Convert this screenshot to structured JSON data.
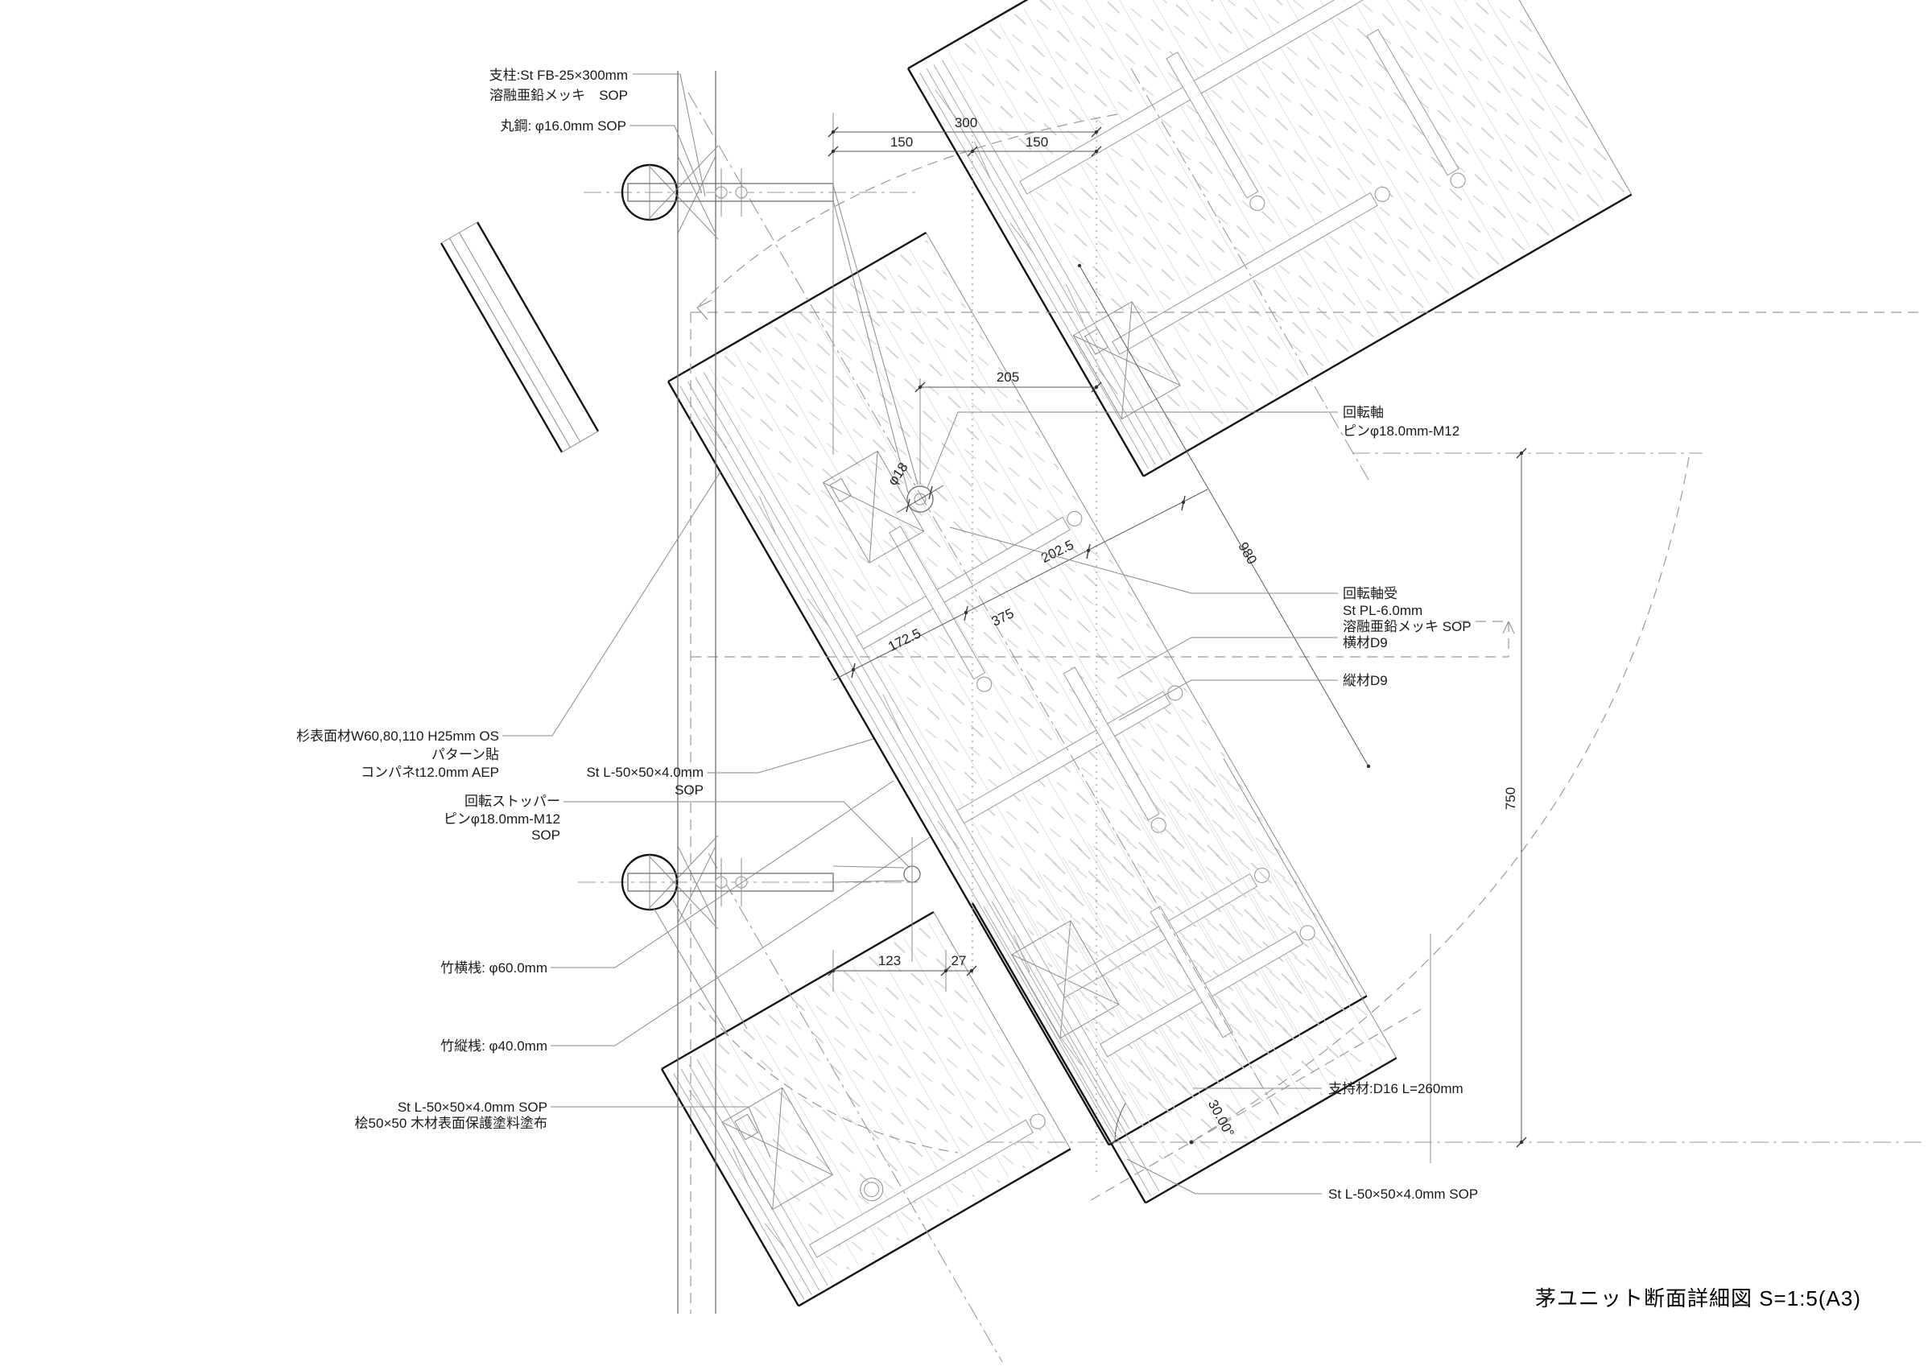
{
  "drawing": {
    "title": "茅ユニット断面詳細図 S=1:5(A3)",
    "callouts": {
      "shichu_l1": "支柱:St FB-25×300mm",
      "shichu_l2": "溶融亜鉛メッキ　SOP",
      "marugane": "丸鋼: φ16.0mm SOP",
      "kaitenjiku_l1": "回転軸",
      "kaitenjiku_l2": "ピンφ18.0mm-M12",
      "jikuuke_l1": "回転軸受",
      "jikuuke_l2": "St PL-6.0mm",
      "jikuuke_l3": "溶融亜鉛メッキ SOP",
      "yokozai": "横材D9",
      "tatezai": "縦材D9",
      "sugi_l1": "杉表面材W60,80,110 H25mm OS",
      "sugi_l2": "パターン貼",
      "sugi_l3": "コンパネt12.0mm AEP",
      "angle_mid_l1": "St L-50×50×4.0mm",
      "angle_mid_l2": "SOP",
      "stopper_l1": "回転ストッパー",
      "stopper_l2": "ピンφ18.0mm-M12",
      "stopper_l3": "SOP",
      "take_yoko": "竹横桟: φ60.0mm",
      "take_tate": "竹縦桟: φ40.0mm",
      "angle_bl_l1": "St L-50×50×4.0mm SOP",
      "angle_bl_l2": "桧50×50  木材表面保護塗料塗布",
      "shijizai": "支持材:D16 L=260mm",
      "angle_br": "St L-50×50×4.0mm SOP"
    },
    "dims": {
      "w300": "300",
      "w150a": "150",
      "w150b": "150",
      "w205": "205",
      "pin_dia": "φ18",
      "d172": "172.5",
      "d375": "375",
      "d202": "202.5",
      "d980": "980",
      "d750": "750",
      "d123": "123",
      "d27": "27",
      "rot_angle": "30.00°"
    },
    "colors": {
      "line_dark": "#161616",
      "line_grey": "#8c8c8c",
      "hatch": "#d6d6d6",
      "paper": "#ffffff"
    }
  }
}
